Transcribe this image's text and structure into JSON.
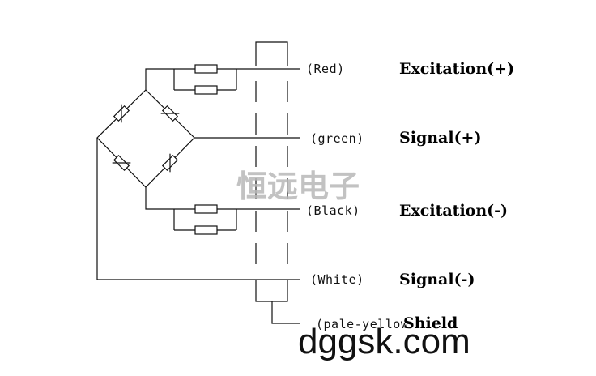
{
  "wires": [
    {
      "color": "(Red)",
      "function": "Excitation(+)"
    },
    {
      "color": "(green)",
      "function": "Signal(+)"
    },
    {
      "color": "(Black)",
      "function": "Excitation(-)"
    },
    {
      "color": "(White)",
      "function": "Signal(-)"
    },
    {
      "color": "(pale-yellow",
      "function": "Shield"
    }
  ],
  "watermark": "恒远电子",
  "site_mark": "dggsk.com"
}
